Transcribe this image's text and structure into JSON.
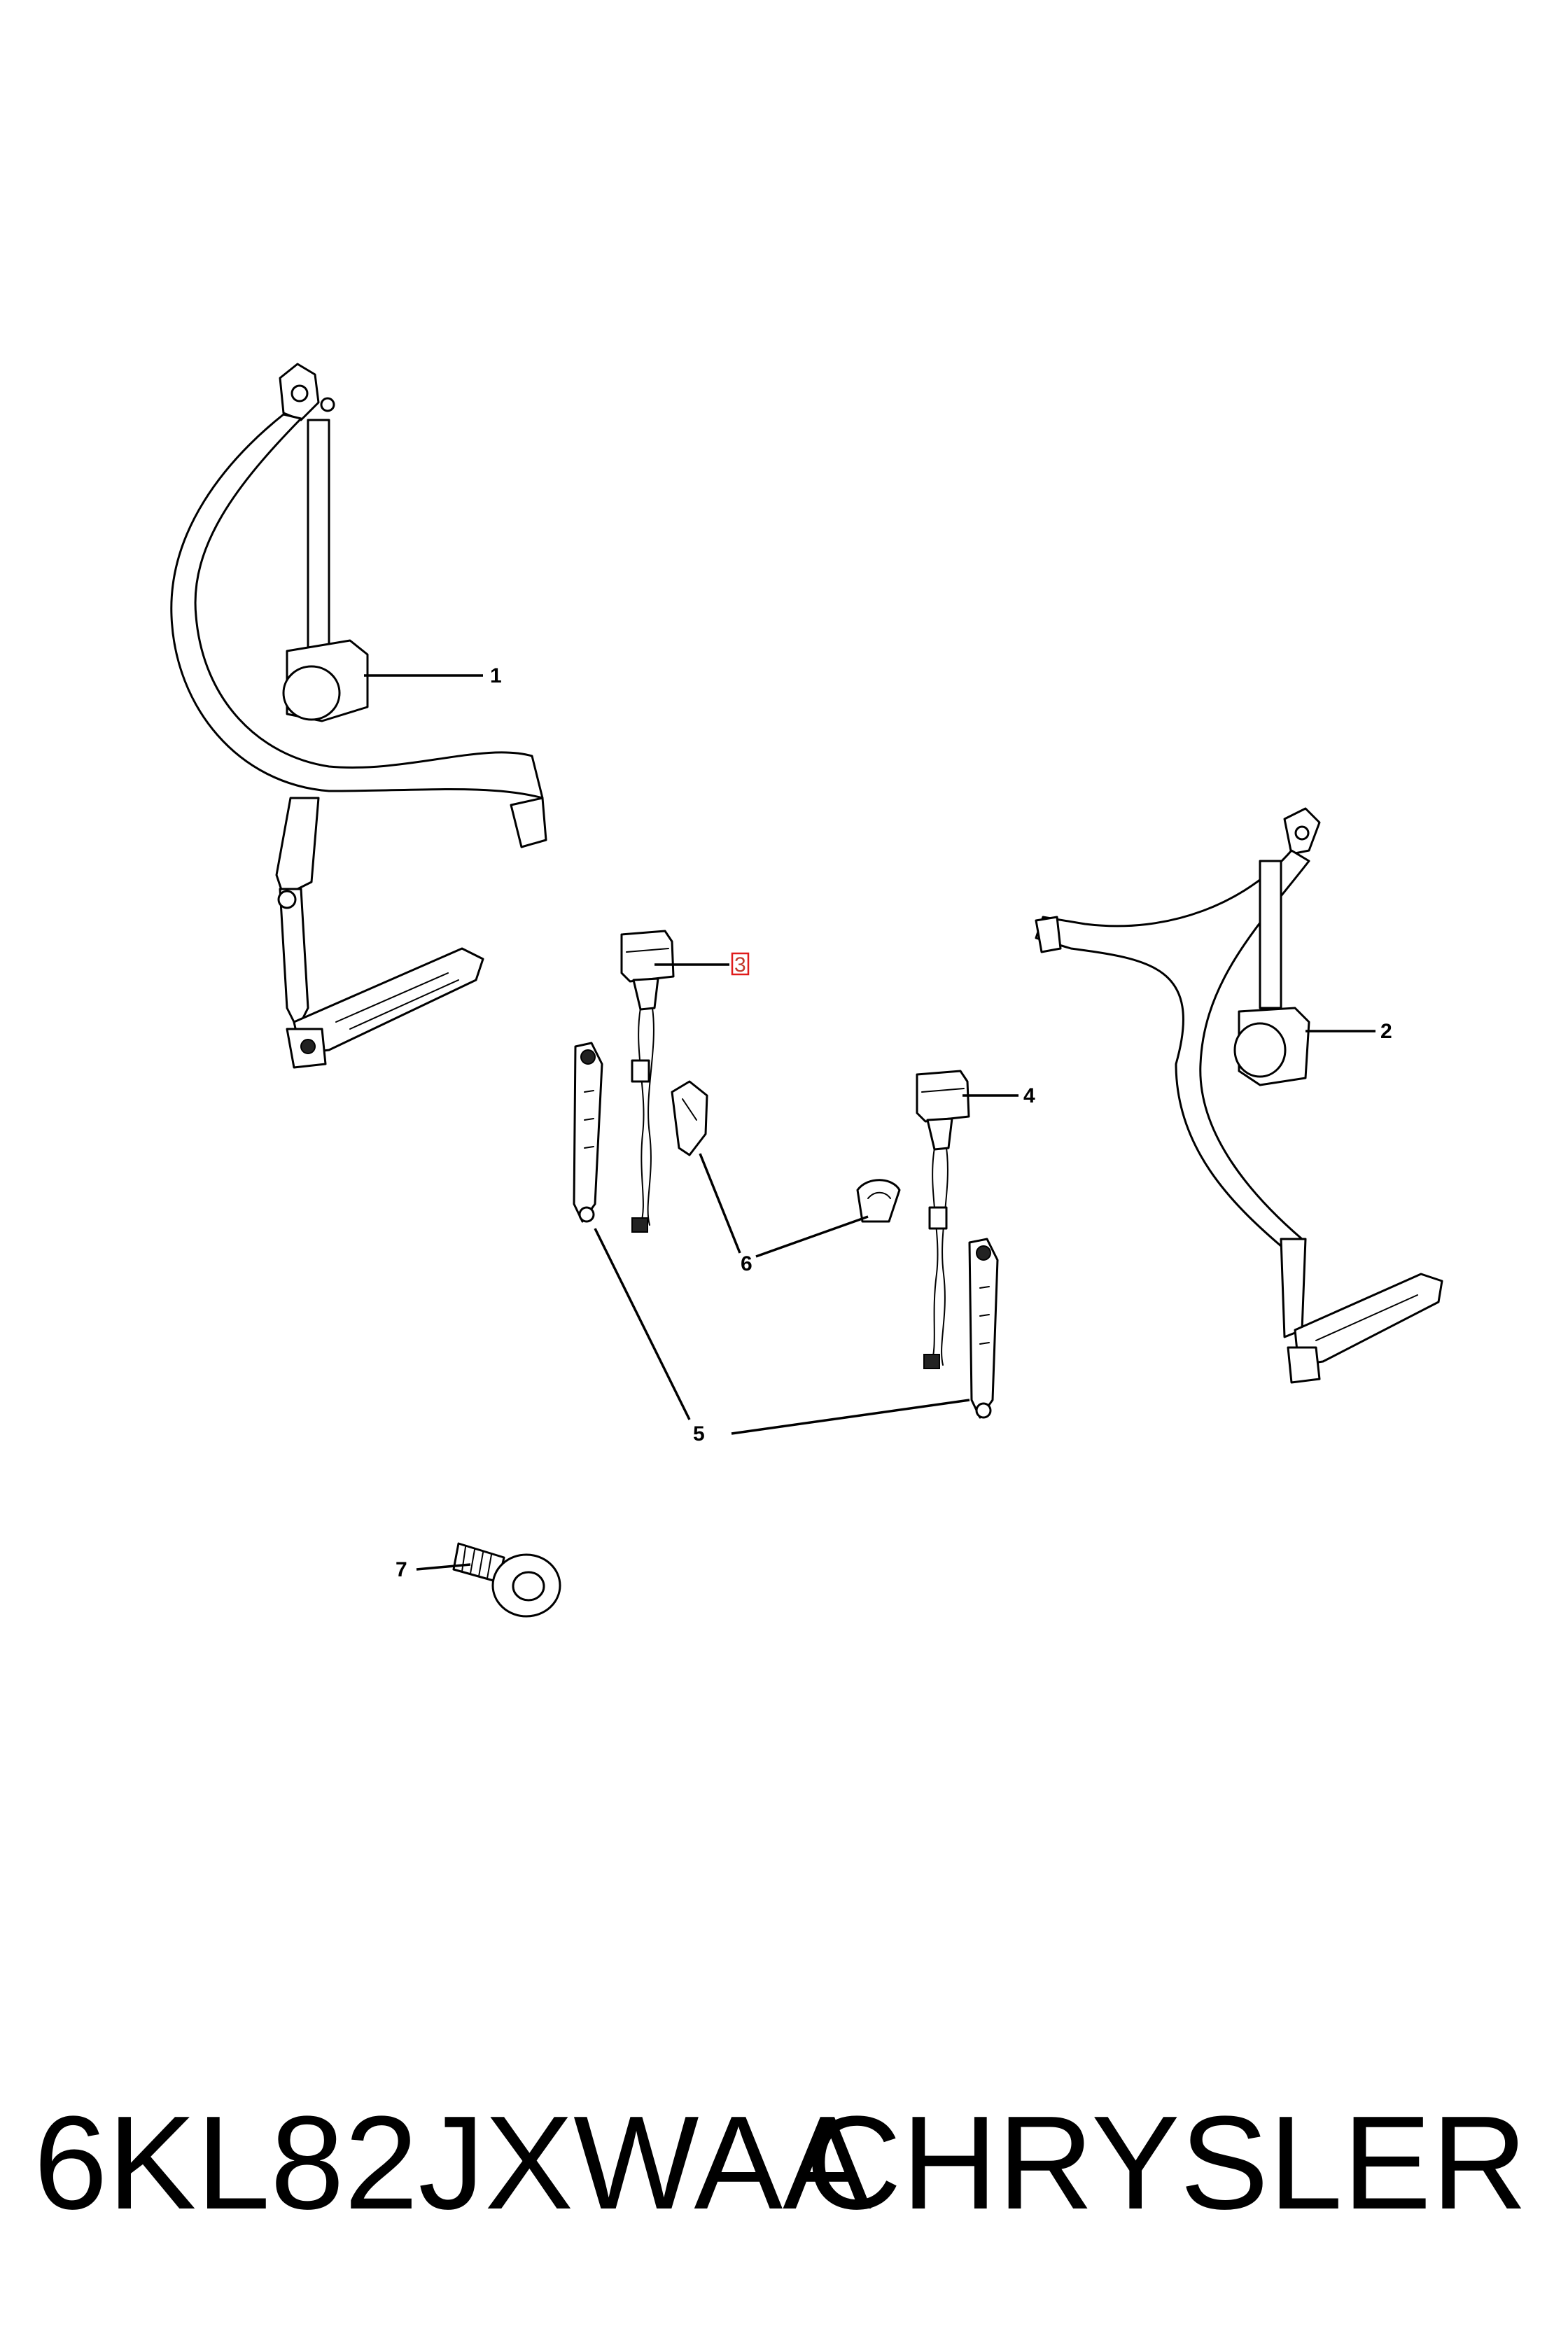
{
  "callouts": [
    {
      "id": "1",
      "label": "1"
    },
    {
      "id": "2",
      "label": "2"
    },
    {
      "id": "3",
      "label": "3",
      "highlighted": true
    },
    {
      "id": "4",
      "label": "4"
    },
    {
      "id": "5",
      "label": "5"
    },
    {
      "id": "6",
      "label": "6"
    },
    {
      "id": "7",
      "label": "7"
    }
  ],
  "caption": {
    "part_number": "6KL82JXWAA",
    "brand": "CHRYSLER"
  },
  "colors": {
    "ink": "#000000",
    "background": "#ffffff",
    "highlight": "#e01b1b"
  }
}
